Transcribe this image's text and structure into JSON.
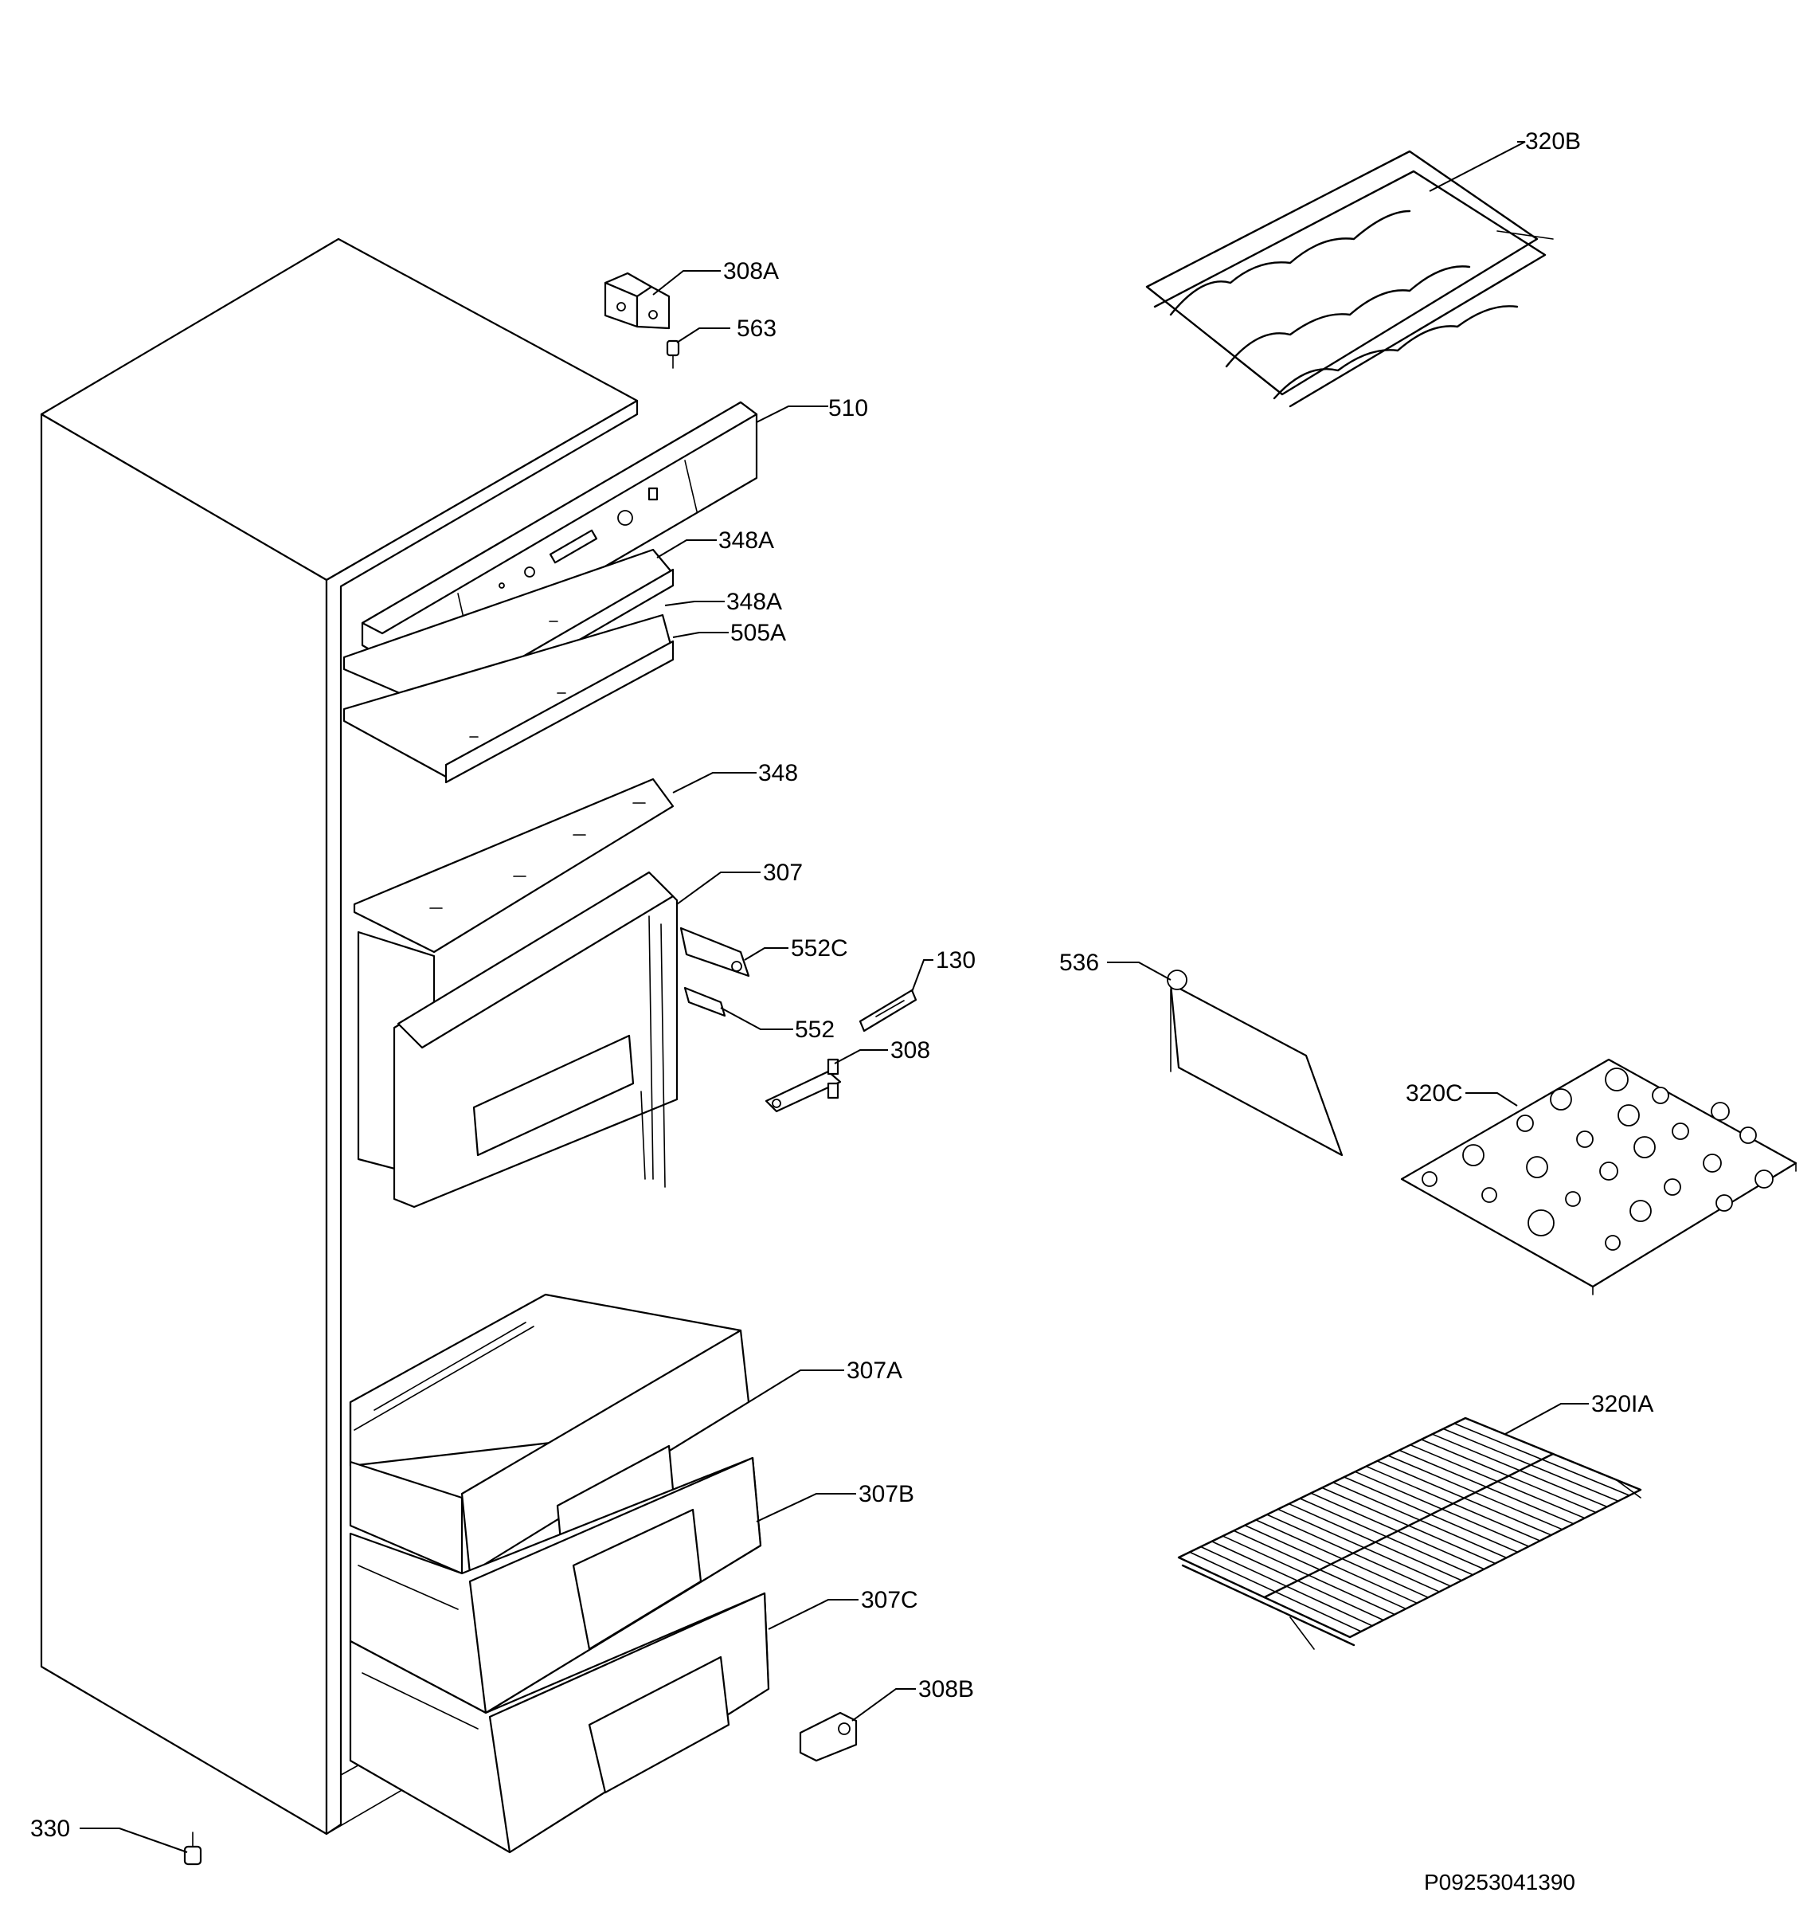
{
  "diagram": {
    "labels": {
      "l320B": "320B",
      "l308A": "308A",
      "l563": "563",
      "l510": "510",
      "l348A_1": "348A",
      "l348A_2": "348A",
      "l505A": "505A",
      "l348": "348",
      "l307": "307",
      "l552C": "552C",
      "l130": "130",
      "l552": "552",
      "l308": "308",
      "l536": "536",
      "l320C": "320C",
      "l307A": "307A",
      "l320IA": "320IA",
      "l307B": "307B",
      "l307C": "307C",
      "l308B": "308B",
      "l330": "330"
    },
    "drawing_code": "P09253041390"
  }
}
